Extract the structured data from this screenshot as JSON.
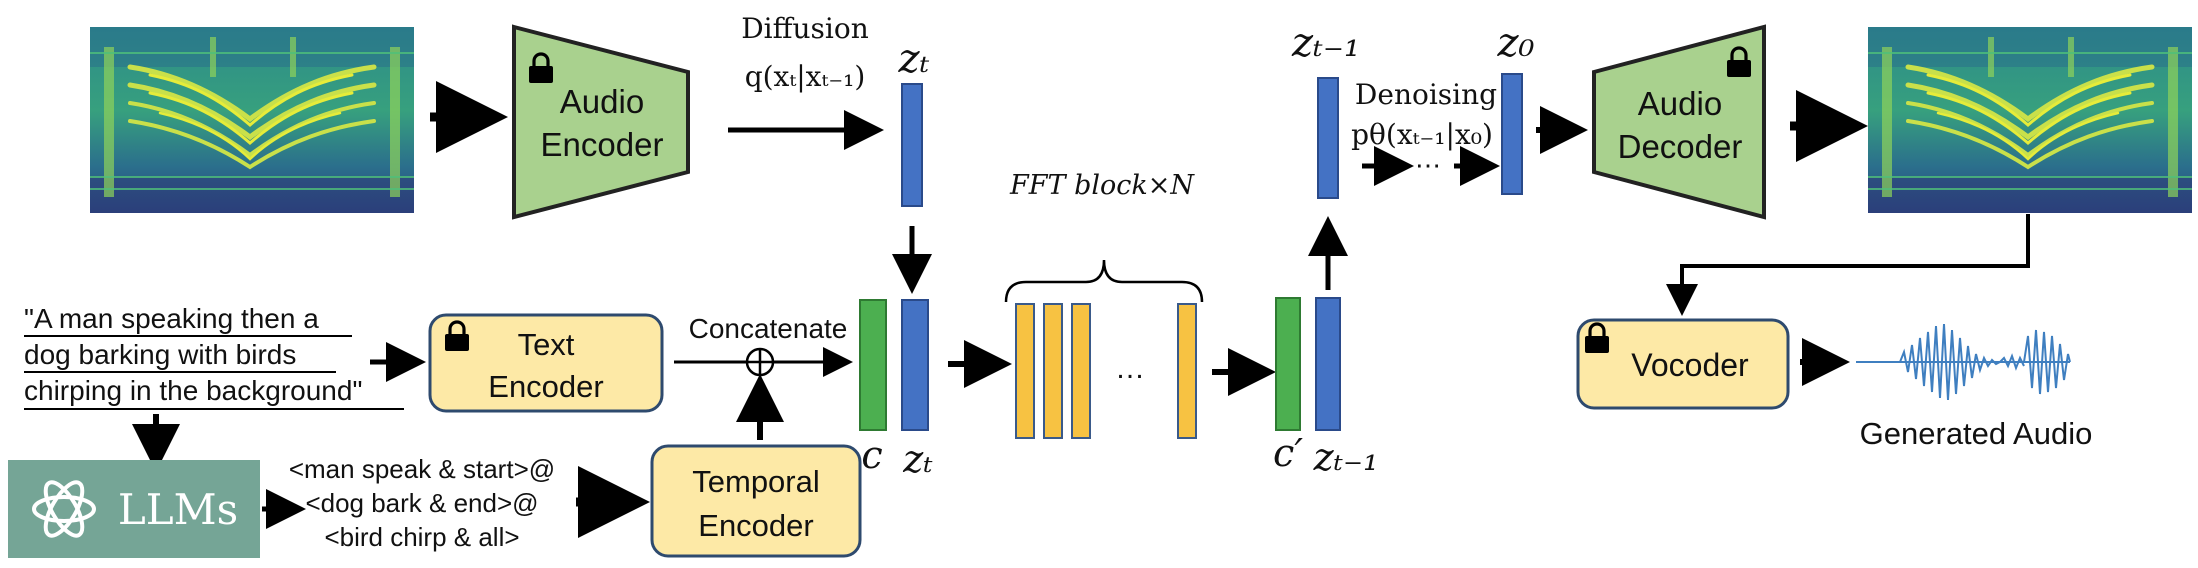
{
  "colors": {
    "encoder_green": "#a9d18e",
    "yellow_block": "#fde9a6",
    "blue_latent": "#4472c4",
    "green_latent": "#4caf50",
    "fft_orange": "#f7c242",
    "llm_teal": "#75a596",
    "waveform_blue": "#3f7fc0",
    "line": "#000000"
  },
  "blocks": {
    "audio_encoder": {
      "line1": "Audio",
      "line2": "Encoder",
      "icon": "lock-icon"
    },
    "audio_decoder": {
      "line1": "Audio",
      "line2": "Decoder",
      "icon": "lock-icon"
    },
    "text_encoder": {
      "line1": "Text",
      "line2": "Encoder",
      "icon": "lock-icon"
    },
    "temporal_encoder": {
      "line1": "Temporal",
      "line2": "Encoder"
    },
    "vocoder": {
      "label": "Vocoder",
      "icon": "lock-icon"
    },
    "llms": {
      "label": "LLMs",
      "icon": "openai-logo-icon"
    }
  },
  "labels": {
    "diffusion": "Diffusion",
    "diffusion_formula": "q(xₜ|xₜ₋₁)",
    "denoising": "Denoising",
    "denoising_formula": "pθ(xₜ₋₁|x₀)",
    "ellipsis": "⋯",
    "concatenate": "Concatenate",
    "fft": "FFT block×N",
    "fft_ellipsis": "…",
    "generated_audio": "Generated Audio"
  },
  "latents": {
    "zt_top": "zₜ",
    "zt_bottom": "zₜ",
    "c": "c",
    "c_prime": "c′",
    "zt1_top": "zₜ₋₁",
    "zt1_bottom": "zₜ₋₁",
    "z0": "z₀"
  },
  "text_prompt": {
    "line1": "\"A man speaking then a",
    "line2": "dog barking with birds",
    "line3": "chirping in the background\""
  },
  "temporal_prompt": {
    "line1": "<man speak & start>@",
    "line2": "<dog bark & end>@",
    "line3": "<bird chirp & all>"
  }
}
